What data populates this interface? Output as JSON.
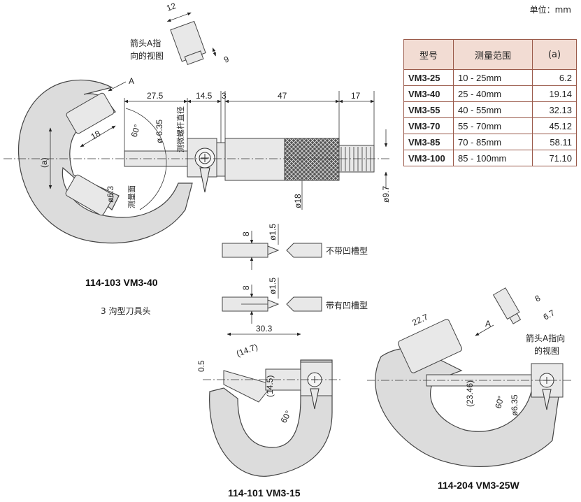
{
  "unit_label": "单位：mm",
  "table": {
    "headers": [
      "型号",
      "测量范围",
      "(a)"
    ],
    "rows": [
      {
        "model": "VM3-25",
        "range": "10 - 25mm",
        "a": "6.2"
      },
      {
        "model": "VM3-40",
        "range": "25 - 40mm",
        "a": "19.14"
      },
      {
        "model": "VM3-55",
        "range": "40 - 55mm",
        "a": "32.13"
      },
      {
        "model": "VM3-70",
        "range": "55 - 70mm",
        "a": "45.12"
      },
      {
        "model": "VM3-85",
        "range": "70 - 85mm",
        "a": "58.11"
      },
      {
        "model": "VM3-100",
        "range": "85 - 100mm",
        "a": "71.10"
      }
    ]
  },
  "main": {
    "caption": "114-103  VM3-40",
    "subcaption": "3 沟型刀具头",
    "arrow_view_label_line1": "箭头A指",
    "arrow_view_label_line2": "向的视图",
    "a_marker": "A",
    "dims": {
      "d12": "12",
      "d9": "9",
      "d27_5": "27.5",
      "d14_5": "14.5",
      "d3": "3",
      "d47": "47",
      "d17": "17",
      "d18": "18",
      "angle60": "60°",
      "d6_35": "ø 6.35",
      "spindle_dia": "测微螺杆直径",
      "a_dim": "(a)",
      "d6_3": "ø6.3",
      "face": "测量面",
      "d18b": "ø18",
      "d9_7": "ø9.7"
    }
  },
  "tips": {
    "no_groove": "不带凹槽型",
    "with_groove": "带有凹槽型",
    "d8": "8",
    "d1_5": "ø1.5"
  },
  "vm3_15": {
    "caption": "114-101  VM3-15",
    "dims": {
      "d30_3": "30.3",
      "d14_7": "(14.7)",
      "d0_5": "0.5",
      "d14_5": "(14.5)",
      "angle60": "60°"
    }
  },
  "vm3_25w": {
    "caption": "114-204  VM3-25W",
    "arrow_view_label_line1": "箭头A指向",
    "arrow_view_label_line2": "的视图",
    "a_marker": "A",
    "dims": {
      "d22_7": "22.7",
      "d8": "8",
      "d6_7": "6.7",
      "d23_46": "(23.46)",
      "angle60": "60°",
      "d6_35": "ø6.35"
    }
  }
}
